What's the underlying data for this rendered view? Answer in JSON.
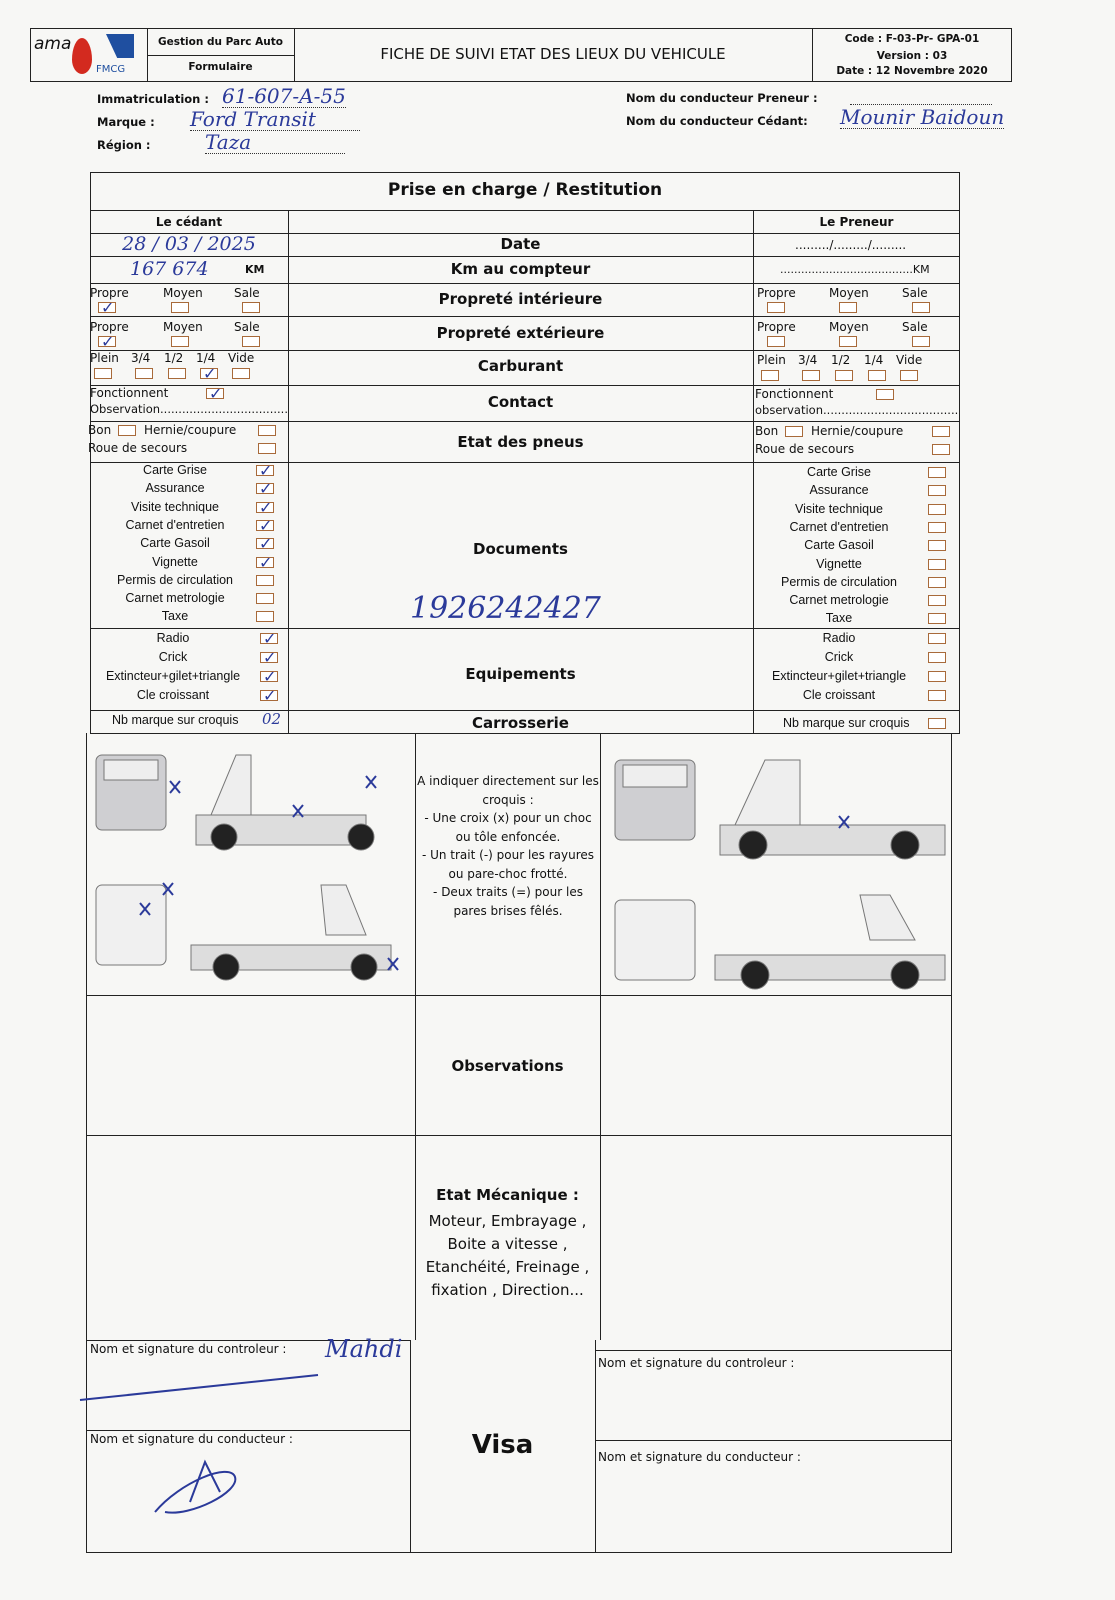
{
  "header": {
    "logo_text": "ama",
    "logo_sub": "FMCG",
    "dept": "Gestion du Parc Auto",
    "type": "Formulaire",
    "title": "FICHE DE SUIVI ETAT DES LIEUX DU VEHICULE",
    "code": "Code : F-03-Pr- GPA-01",
    "version": "Version : 03",
    "date": "Date : 12 Novembre 2020"
  },
  "vehicle": {
    "immat_label": "Immatriculation :",
    "immat_value": "61-607-A-55",
    "marque_label": "Marque :",
    "marque_value": "Ford Transit",
    "region_label": "Région :",
    "region_value": "Taza",
    "preneur_label": "Nom du conducteur Preneur :",
    "cedant_label": "Nom du conducteur Cédant:",
    "cedant_value": "Mounir Baidoun"
  },
  "table": {
    "title": "Prise en charge / Restitution",
    "left_head": "Le cédant",
    "right_head": "Le Preneur",
    "rows": {
      "date": "Date",
      "km": "Km au compteur",
      "prop_int": "Propreté intérieure",
      "prop_ext": "Propreté extérieure",
      "carburant": "Carburant",
      "contact": "Contact",
      "pneus": "Etat des pneus",
      "documents": "Documents",
      "equipements": "Equipements",
      "carrosserie": "Carrosserie"
    },
    "left": {
      "date": "28 / 03 / 2025",
      "km": "167 674",
      "km_unit": "KM",
      "doc_number": "1926242427"
    },
    "right": {
      "date": "........./........./.........",
      "km": "......................................KM"
    },
    "clean": [
      "Propre",
      "Moyen",
      "Sale"
    ],
    "fuel": [
      "Plein",
      "3/4",
      "1/2",
      "1/4",
      "Vide"
    ],
    "contact_ok": "Fonctionnent",
    "contact_obs_left": "Observation...................................",
    "contact_obs_right": "observation.....................................",
    "tyre_bon": "Bon",
    "tyre_hernie": "Hernie/coupure",
    "tyre_spare": "Roue de secours",
    "docs": [
      "Carte Grise",
      "Assurance",
      "Visite technique",
      "Carnet d'entretien",
      "Carte Gasoil",
      "Vignette",
      "Permis de circulation",
      "Carnet metrologie",
      "Taxe"
    ],
    "equip": [
      "Radio",
      "Crick",
      "Extincteur+gilet+triangle",
      "Cle croissant"
    ],
    "marks": "Nb marque sur croquis",
    "marks_left_value": "02"
  },
  "sketch_instructions": [
    "A indiquer directement sur les croquis :",
    "- Une croix (x) pour un choc ou tôle enfoncée.",
    "- Un trait (-) pour les rayures ou pare-choc frotté.",
    "- Deux traits (=) pour les pares brises fêlés."
  ],
  "observations": "Observations",
  "mecanique": {
    "title": "Etat Mécanique :",
    "details": "Moteur, Embrayage , Boite a vitesse , Etanchéité, Freinage , fixation , Direction..."
  },
  "signatures": {
    "controleur": "Nom et signature du controleur :",
    "conducteur": "Nom et signature du conducteur :",
    "controleur_sig": "Mahdi",
    "visa": "Visa"
  },
  "colors": {
    "ink": "#2b3a9a",
    "checkbox": "#a86a3a"
  }
}
